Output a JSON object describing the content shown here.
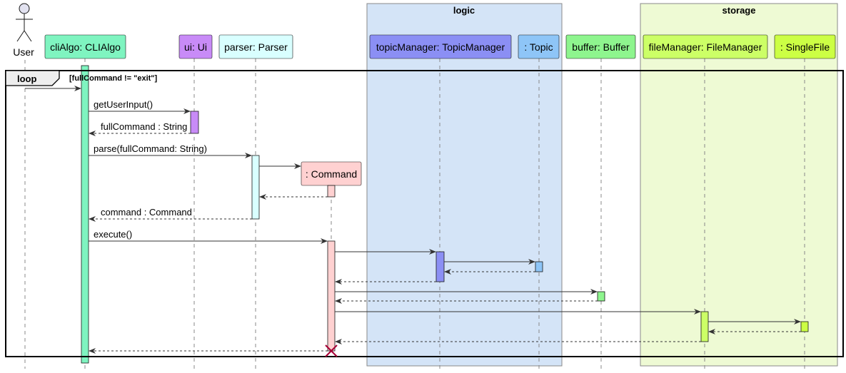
{
  "boxes": [
    {
      "title": "logic",
      "fill": "#d4e4f7"
    },
    {
      "title": "storage",
      "fill": "#eefad4"
    }
  ],
  "actor": {
    "label": "User"
  },
  "participants": [
    {
      "id": "cli",
      "label": "cliAlgo: CLIAlgo",
      "fill": "#7ff4c0"
    },
    {
      "id": "ui",
      "label": "ui: Ui",
      "fill": "#c88bf7"
    },
    {
      "id": "parser",
      "label": "parser: Parser",
      "fill": "#d9ffff"
    },
    {
      "id": "command",
      "label": ": Command",
      "fill": "#ffd1d1"
    },
    {
      "id": "topicManager",
      "label": "topicManager: TopicManager",
      "fill": "#8b8ff4"
    },
    {
      "id": "topic",
      "label": ": Topic",
      "fill": "#8ec5f7"
    },
    {
      "id": "buffer",
      "label": "buffer: Buffer",
      "fill": "#8ef58e"
    },
    {
      "id": "fileManager",
      "label": "fileManager: FileManager",
      "fill": "#ccff66"
    },
    {
      "id": "singleFile",
      "label": ": SingleFile",
      "fill": "#ccff44"
    }
  ],
  "loop": {
    "keyword": "loop",
    "guard": "[fullCommand != \"exit\"]"
  },
  "messages": [
    {
      "from": "user",
      "to": "cli",
      "label": "",
      "dashed": false
    },
    {
      "from": "cli",
      "to": "ui",
      "label": "getUserInput()",
      "dashed": false
    },
    {
      "from": "ui",
      "to": "cli",
      "label": "fullCommand : String",
      "dashed": true
    },
    {
      "from": "cli",
      "to": "parser",
      "label": "parse(fullCommand: String)",
      "dashed": false
    },
    {
      "from": "parser",
      "to": "command",
      "label": "",
      "dashed": false,
      "create": true
    },
    {
      "from": "command",
      "to": "parser",
      "label": "",
      "dashed": true
    },
    {
      "from": "parser",
      "to": "cli",
      "label": "command : Command",
      "dashed": true
    },
    {
      "from": "cli",
      "to": "command",
      "label": "execute()",
      "dashed": false
    },
    {
      "from": "command",
      "to": "topicManager",
      "label": "",
      "dashed": false
    },
    {
      "from": "topicManager",
      "to": "topic",
      "label": "",
      "dashed": false
    },
    {
      "from": "topic",
      "to": "topicManager",
      "label": "",
      "dashed": true
    },
    {
      "from": "topicManager",
      "to": "command",
      "label": "",
      "dashed": true
    },
    {
      "from": "command",
      "to": "buffer",
      "label": "",
      "dashed": false
    },
    {
      "from": "buffer",
      "to": "command",
      "label": "",
      "dashed": true
    },
    {
      "from": "command",
      "to": "fileManager",
      "label": "",
      "dashed": false
    },
    {
      "from": "fileManager",
      "to": "singleFile",
      "label": "",
      "dashed": false
    },
    {
      "from": "singleFile",
      "to": "fileManager",
      "label": "",
      "dashed": true
    },
    {
      "from": "fileManager",
      "to": "command",
      "label": "",
      "dashed": true
    },
    {
      "from": "command",
      "to": "cli",
      "label": "",
      "dashed": true
    }
  ]
}
